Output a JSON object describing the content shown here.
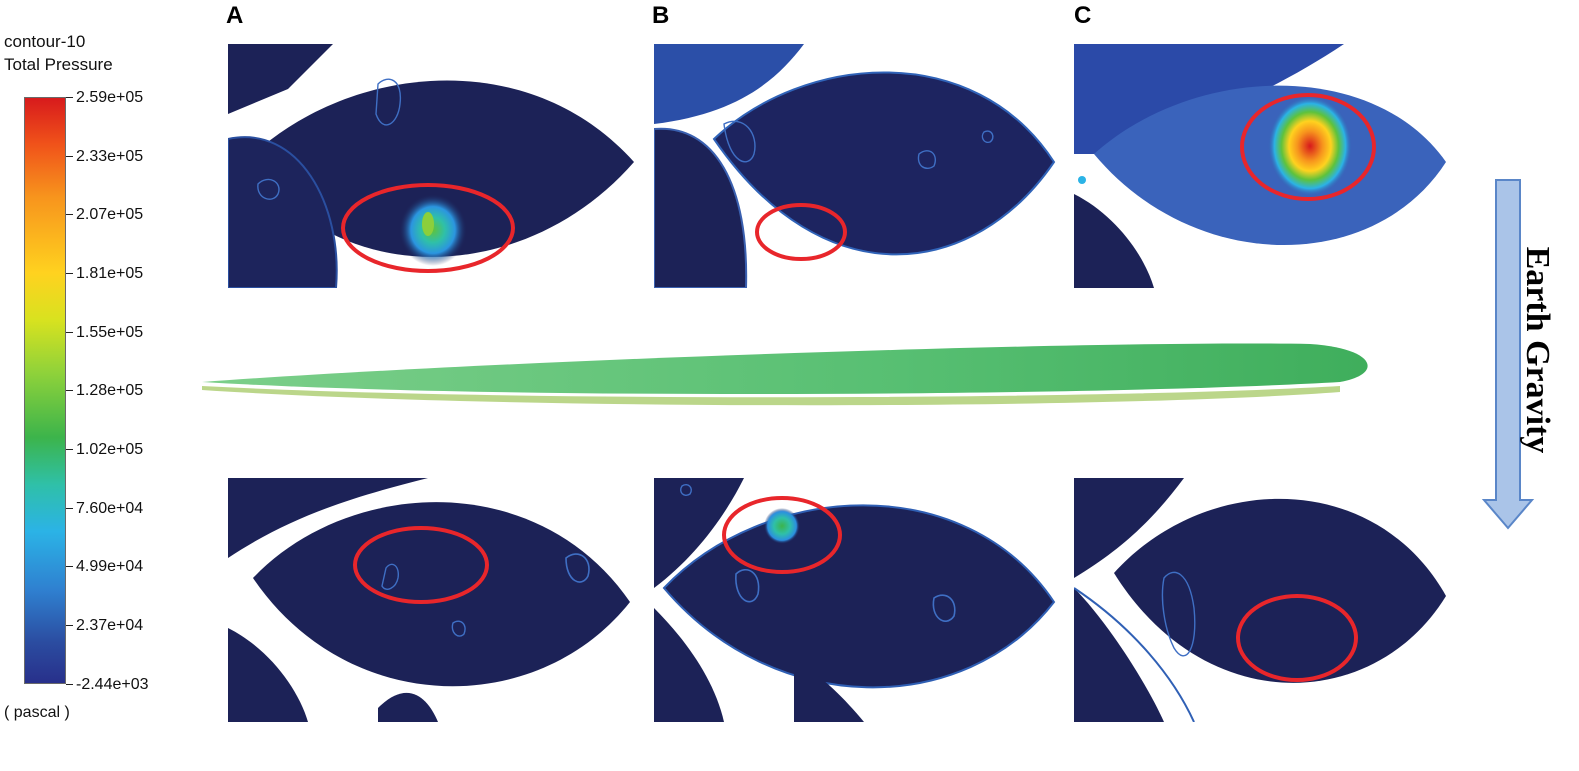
{
  "legend": {
    "title_line1": "contour-10",
    "title_line2": "Total Pressure",
    "ticks": [
      "2.59e+05",
      "2.33e+05",
      "2.07e+05",
      "1.81e+05",
      "1.55e+05",
      "1.28e+05",
      "1.02e+05",
      "7.60e+04",
      "4.99e+04",
      "2.37e+04",
      "-2.44e+03"
    ],
    "unit": "( pascal )"
  },
  "columns": [
    "A",
    "B",
    "C"
  ],
  "gravity_label": "Earth Gravity",
  "colors": {
    "leaf_dark": "#1c2257",
    "contour_line": "#3f6fc4",
    "highlight_ring": "#e8262b",
    "stem_green": "#4fbf6a",
    "arrow_fill": "#aac4e8",
    "arrow_stroke": "#5a86c8"
  }
}
